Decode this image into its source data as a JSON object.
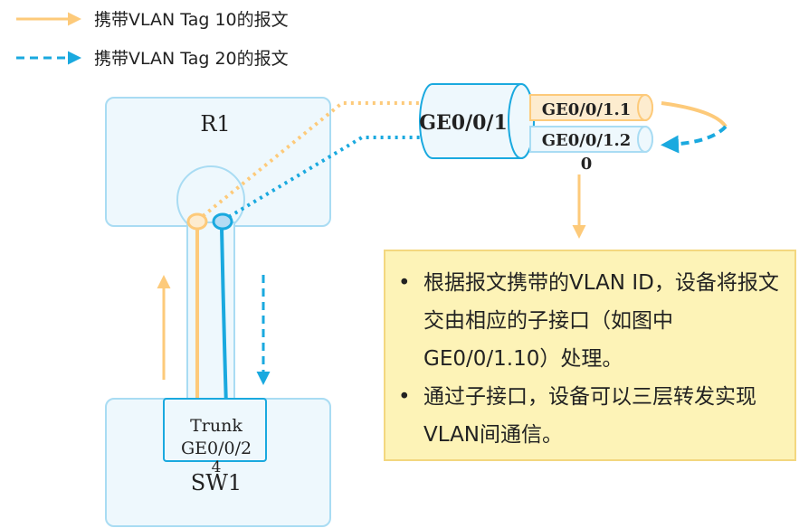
{
  "legend": {
    "tag10_label": "携带VLAN Tag 10的报文",
    "tag20_label": "携带VLAN Tag 20的报文"
  },
  "router": {
    "name": "R1",
    "physical_port": "GE0/0/1",
    "subif_1": "GE0/0/1.1",
    "subif_2": "GE0/0/1.2",
    "subif_2_suffix": "0"
  },
  "switch": {
    "name": "SW1",
    "port_mode": "Trunk",
    "port_name": "GE0/0/2",
    "port_suffix": "4"
  },
  "note": {
    "bullet_symbol": "•",
    "bullets": [
      "根据报文携带的VLAN ID，设备将报文交由相应的子接口（如图中GE0/0/1.10）处理。",
      "通过子接口，设备可以三层转发实现VLAN间通信。"
    ]
  },
  "colors": {
    "vlan10": "#fdca7a",
    "vlan20": "#1aa9df",
    "device_fill": "#eef8fd",
    "device_border": "#a9dcf3",
    "note_fill": "#fdf3b7",
    "note_border": "#f3d77f"
  }
}
